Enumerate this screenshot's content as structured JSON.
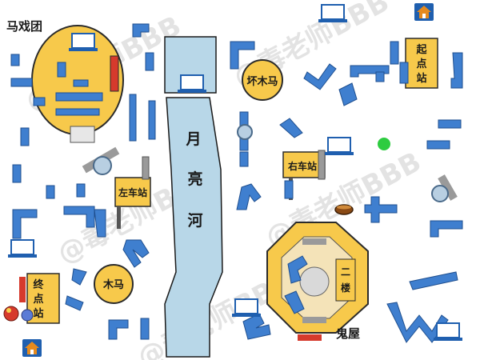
{
  "watermark": "@毒老师BBB",
  "locations": {
    "circus": "马戏团",
    "broken_horse": "坏木马",
    "wooden_horse": "木马",
    "moon_river": [
      "月",
      "亮",
      "河"
    ],
    "start_station": [
      "起",
      "点",
      "站"
    ],
    "right_station": "右车站",
    "left_station": "左车站",
    "end_point": [
      "终",
      "点",
      "站"
    ],
    "haunted_house": "鬼屋",
    "tower": [
      "二",
      "楼"
    ]
  },
  "icons": {
    "laptop": "laptop-icon",
    "home": "home-icon",
    "player": "player-marker",
    "bowl": "bowl-icon",
    "camera": "camera-icon",
    "wall": "wall-segment"
  },
  "colors": {
    "wall_blue": "#3f7fcf",
    "wall_edge": "#1f4f8f",
    "building_yellow": "#f7c94b",
    "building_edge": "#2b2b2b",
    "river": "#b8d7e8",
    "player": "#2ecc40",
    "accent_red": "#d63a2c",
    "home_orange": "#e58a1e"
  }
}
